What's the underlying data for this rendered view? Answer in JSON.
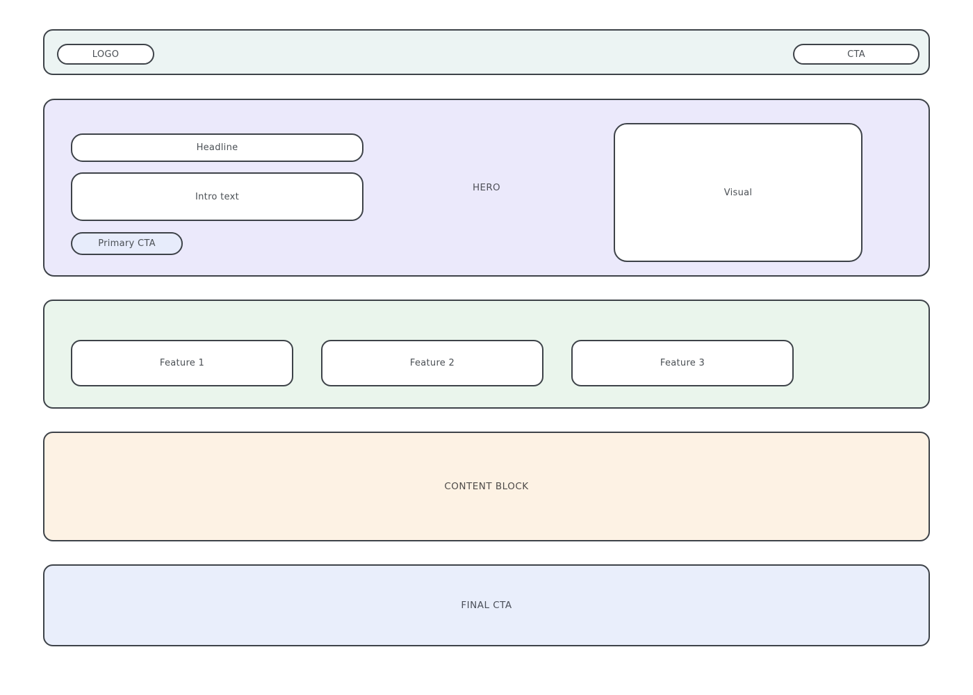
{
  "header": {
    "logo_label": "LOGO",
    "cta_label": "CTA"
  },
  "hero": {
    "label": "HERO",
    "headline_label": "Headline",
    "intro_label": "Intro text",
    "primary_cta_label": "Primary CTA",
    "visual_label": "Visual"
  },
  "features": {
    "items": [
      {
        "label": "Feature 1"
      },
      {
        "label": "Feature 2"
      },
      {
        "label": "Feature 3"
      }
    ]
  },
  "content_block": {
    "label": "CONTENT BLOCK"
  },
  "final_cta": {
    "label": "FINAL CTA"
  },
  "colors": {
    "page_background": "#ffffff",
    "header_background": "#ecf4f3",
    "hero_background": "#ebe9fb",
    "primary_cta_background": "#e7ecfb",
    "features_background": "#eaf5ec",
    "content_block_background": "#fdf2e4",
    "final_cta_background": "#e9eefb",
    "box_background": "#ffffff",
    "border": "#3d4248",
    "text": "#4a4f54"
  }
}
